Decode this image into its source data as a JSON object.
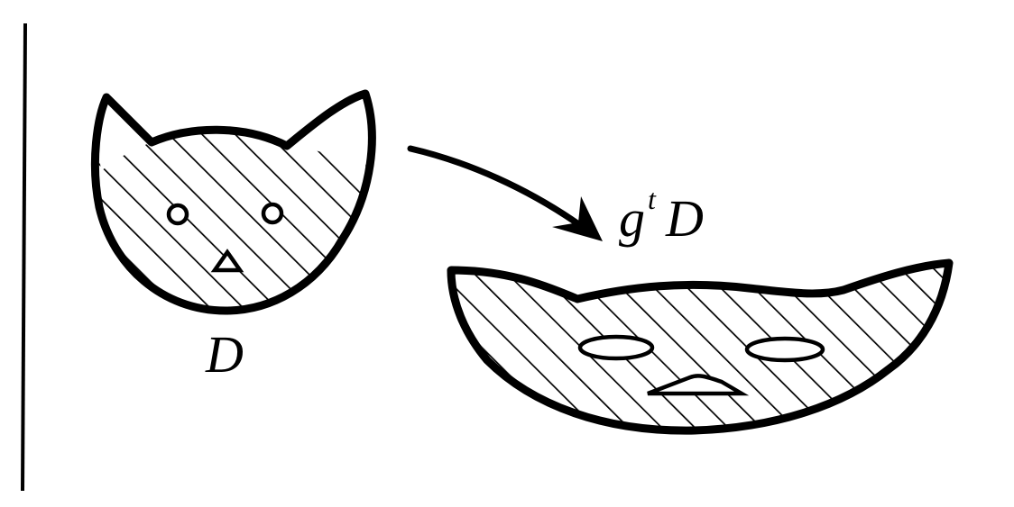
{
  "figure": {
    "original_label": "D",
    "transformed_label_base": "g",
    "transformed_label_exponent": "t",
    "transformed_label_suffix": "D"
  },
  "colors": {
    "ink": "#000000",
    "background": "#ffffff"
  }
}
